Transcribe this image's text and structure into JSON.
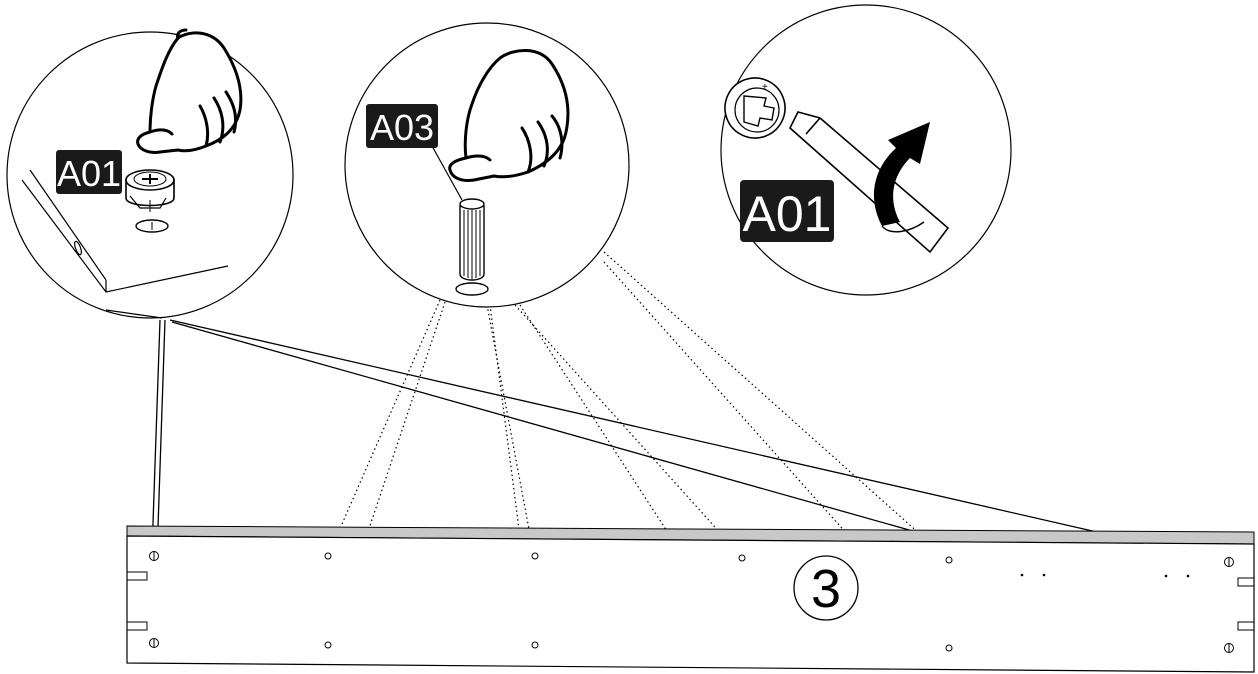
{
  "labels": {
    "left_part": "A01",
    "center_part": "A03",
    "right_part": "A01"
  },
  "step_number": "3",
  "colors": {
    "ink": "#000000",
    "label_bg": "#1a1a1a",
    "panel_edge": "#b0b0b0"
  },
  "icons": {
    "left": [
      "hand-pressing-icon",
      "cam-lock-icon"
    ],
    "center": [
      "hand-pressing-icon",
      "wooden-dowel-icon"
    ],
    "right": [
      "cam-lock-icon",
      "screwdriver-icon",
      "rotate-arrow-icon"
    ]
  }
}
